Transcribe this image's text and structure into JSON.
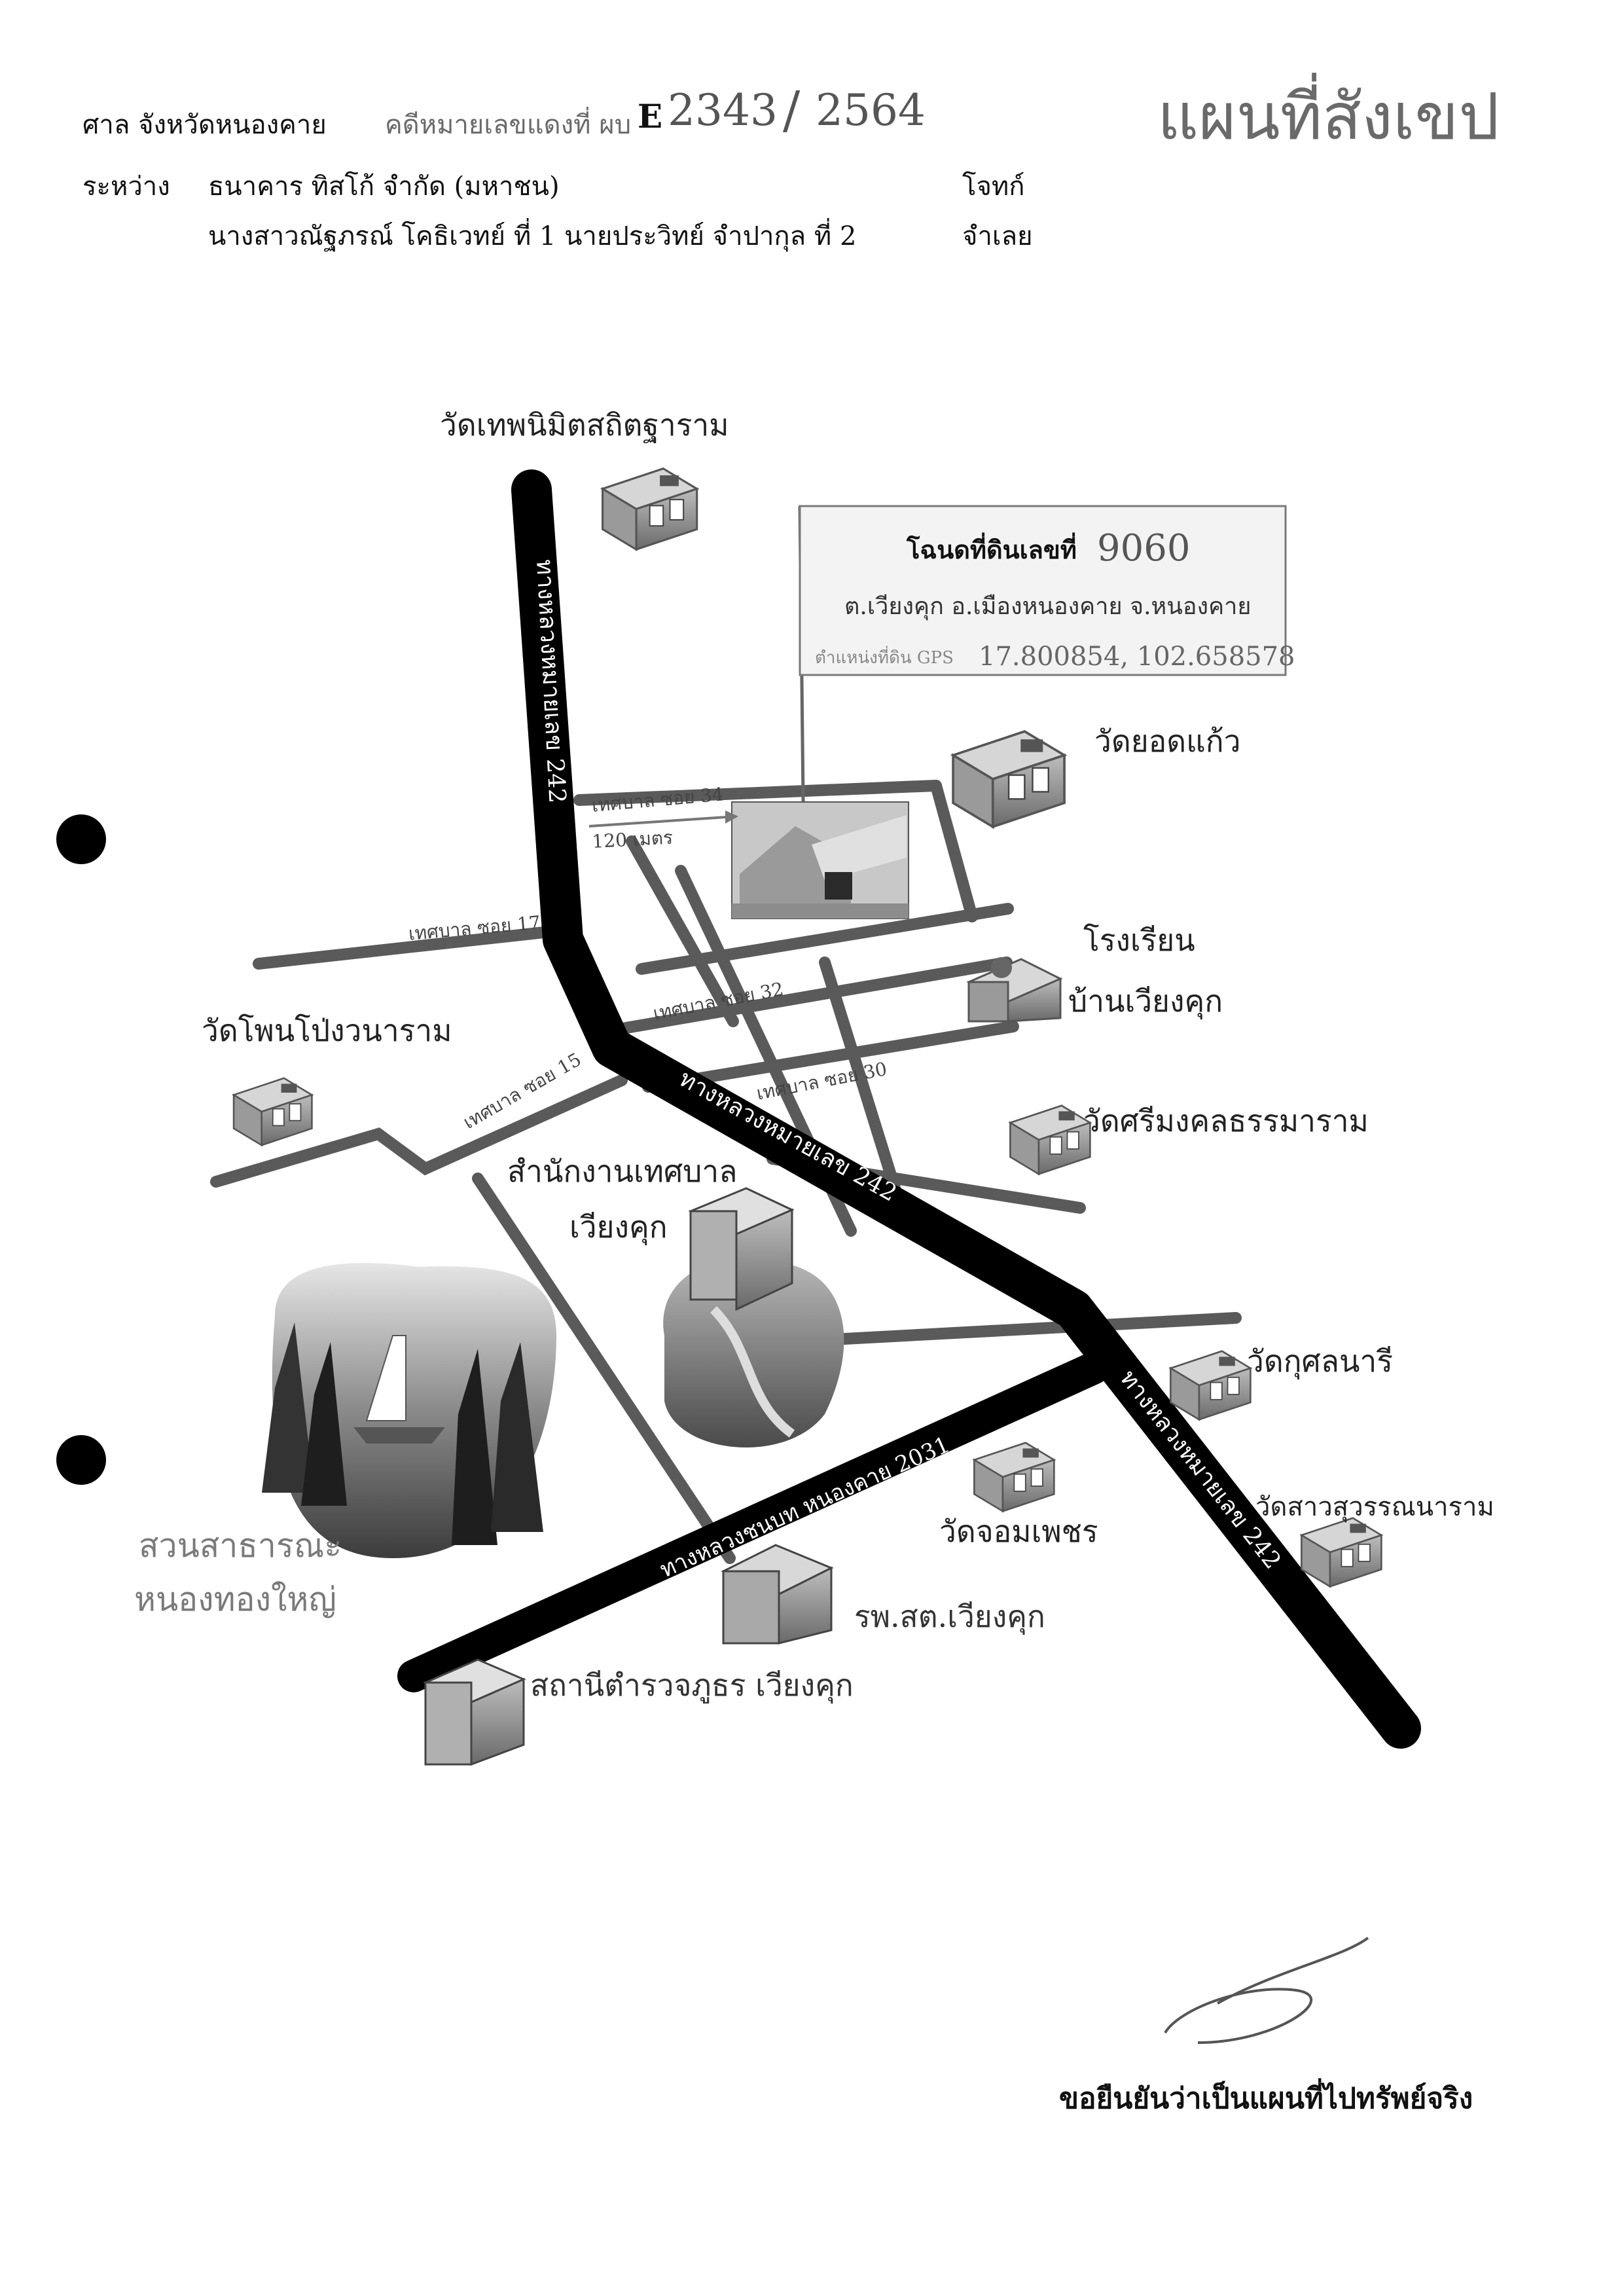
{
  "header": {
    "court": "ศาล จังหวัดหนองคาย",
    "case_label": "คดีหมายเลขแดงที่ ผบ",
    "case_prefix": "E",
    "case_number": "2343",
    "case_slash": "/",
    "case_year": "2564",
    "doc_title": "แผนที่สังเขป",
    "between_label": "ระหว่าง",
    "plaintiff": "ธนาคาร ทิสโก้ จำกัด (มหาชน)",
    "plaintiff_role": "โจทก์",
    "defendants": "นางสาวณัฐภรณ์ โคธิเวทย์ ที่ 1  นายประวิทย์ จำปากุล ที่ 2",
    "defendant_role": "จำเลย"
  },
  "info_box": {
    "title": "โฉนดที่ดินเลขที่",
    "deed_number": "9060",
    "location": "ต.เวียงคุก  อ.เมืองหนองคาย  จ.หนองคาย",
    "gps_label": "ตำแหน่งที่ดิน GPS",
    "gps_value": "17.800854, 102.658578"
  },
  "roads": {
    "highway_242": "ทางหลวงหมายเลข 242",
    "rural_road": "ทางหลวงชนบท หนองคาย  2031",
    "soi_34": "เทศบาล ซอย 34",
    "soi_17": "เทศบาล ซอย 17",
    "soi_32": "เทศบาล ซอย 32",
    "soi_15": "เทศบาล ซอย 15",
    "soi_30": "เทศบาล ซอย 30",
    "distance": "120   เมตร"
  },
  "landmarks": {
    "wat_thepnimit": "วัดเทพนิมิตสถิตฐาราม",
    "wat_yodkaew": "วัดยอดแก้ว",
    "school_line1": "โรงเรียน",
    "school_line2": "บ้านเวียงคุก",
    "wat_phonpong": "วัดโพนโป่งวนาราม",
    "wat_srimongkol": "วัดศรีมงคลธรรมาราม",
    "municipal_line1": "สำนักงานเทศบาล",
    "municipal_line2": "เวียงคุก",
    "wat_kusolnaree": "วัดกุศลนารี",
    "wat_saosuwan": "วัดสาวสุวรรณนาราม",
    "wat_jompet": "วัดจอมเพชร",
    "park_line1": "สวนสาธารณะ",
    "park_line2": "หนองทองใหญ่",
    "hospital": "รพ.สต.เวียงคุก",
    "police": "สถานีตำรวจภูธร เวียงคุก"
  },
  "footer": {
    "confirmation": "ขอยืนยันว่าเป็นแผนที่ไปทรัพย์จริง"
  }
}
